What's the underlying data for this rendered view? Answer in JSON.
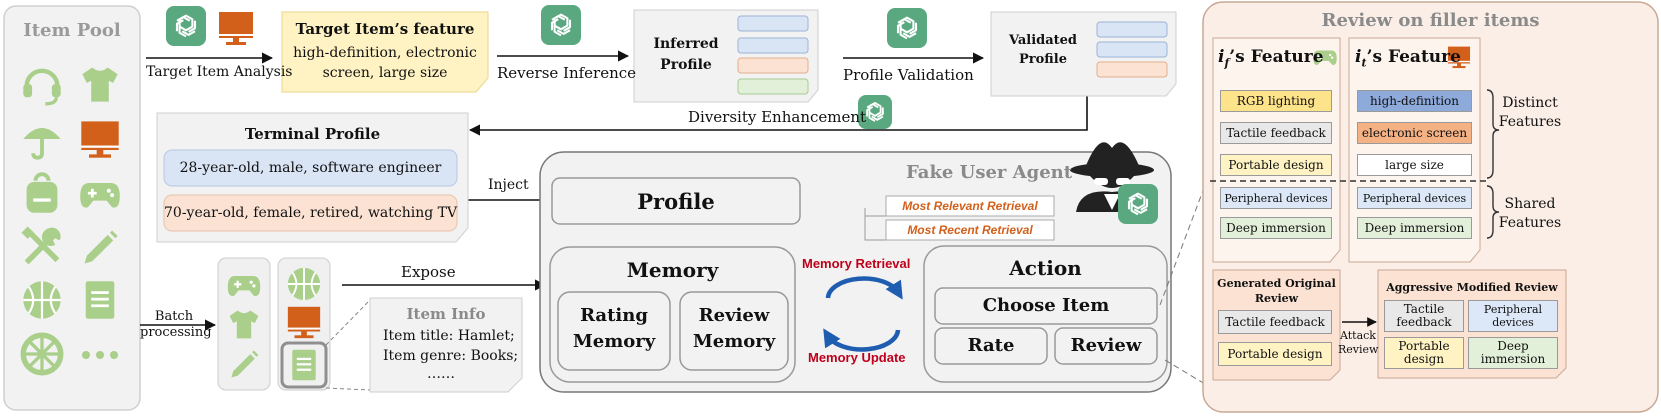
{
  "item_pool": {
    "title": "Item Pool"
  },
  "top_flow": {
    "step1_label": "Target Item Analysis",
    "target_feature_title": "Target Item’s feature",
    "target_feature_line1": "high-definition, electronic",
    "target_feature_line2": "screen, large size",
    "step2_label": "Reverse Inference",
    "inferred_profile_line1": "Inferred",
    "inferred_profile_line2": "Profile",
    "step3_label": "Profile Validation",
    "validated_profile_line1": "Validated",
    "validated_profile_line2": "Profile",
    "diversity_label": "Diversity Enhancement"
  },
  "terminal_profile": {
    "title": "Terminal Profile",
    "profile1": "28-year-old, male, software engineer",
    "profile2": "70-year-old, female, retired, watching TV"
  },
  "inject_label": "Inject",
  "batch_label_line1": "Batch",
  "batch_label_line2": "processing",
  "expose_label": "Expose",
  "item_info": {
    "title": "Item Info",
    "line1": "Item title: Hamlet;",
    "line2": "Item genre: Books;",
    "line3": "……"
  },
  "agent": {
    "title": "Fake User Agent",
    "profile_label": "Profile",
    "memory_title": "Memory",
    "rating_line1": "Rating",
    "rating_line2": "Memory",
    "review_mem_line1": "Review",
    "review_mem_line2": "Memory",
    "retrieval_relevant": "Most Relevant Retrieval",
    "retrieval_recent": "Most Recent Retrieval",
    "memory_retrieval": "Memory Retrieval",
    "memory_update": "Memory Update",
    "action_title": "Action",
    "choose_item": "Choose Item",
    "rate": "Rate",
    "review": "Review"
  },
  "review_panel": {
    "title": "Review on filler items",
    "filler_feature_title": "’s Feature",
    "filler_symbol": "i",
    "filler_sub": "f",
    "target_symbol": "i",
    "target_sub": "t",
    "target_feature_title": "’s Feature",
    "filler_features": [
      "RGB lighting",
      "Tactile feedback",
      "Portable design",
      "Peripheral devices",
      "Deep immersion"
    ],
    "target_features": [
      "high-definition",
      "electronic screen",
      "large size",
      "Peripheral devices",
      "Deep immersion"
    ],
    "distinct_line1": "Distinct",
    "distinct_line2": "Features",
    "shared_line1": "Shared",
    "shared_line2": "Features",
    "original_title_line1": "Generated Original",
    "original_title_line2": "Review",
    "original_items": [
      "Tactile feedback",
      "Portable design"
    ],
    "attack_line1": "Attack",
    "attack_line2": "Review",
    "aggressive_title": "Aggressive Modified Review",
    "aggressive_items": [
      "Tactile feedback",
      "Peripheral devices",
      "Portable design",
      "Deep immersion"
    ]
  },
  "colors": {
    "gpt_green": "#5aa880",
    "icon_green": "#a9cf8a",
    "icon_orange": "#d2601b",
    "sticky_yellow": "#fff3c4",
    "blue_fill": "#d9e4f5",
    "peach_fill": "#fbe2d3",
    "green_fill": "#e2efd9",
    "panel_fill": "#fbeee6",
    "red_text": "#c0001a",
    "orange_text": "#d2601b"
  },
  "icons": [
    "headset-icon",
    "tshirt-icon",
    "umbrella-icon",
    "monitor-icon",
    "backpack-icon",
    "gamepad-icon",
    "tools-icon",
    "pencil-icon",
    "basketball-icon",
    "book-icon",
    "wheel-icon",
    "more-icon",
    "openai-icon",
    "spy-icon"
  ]
}
